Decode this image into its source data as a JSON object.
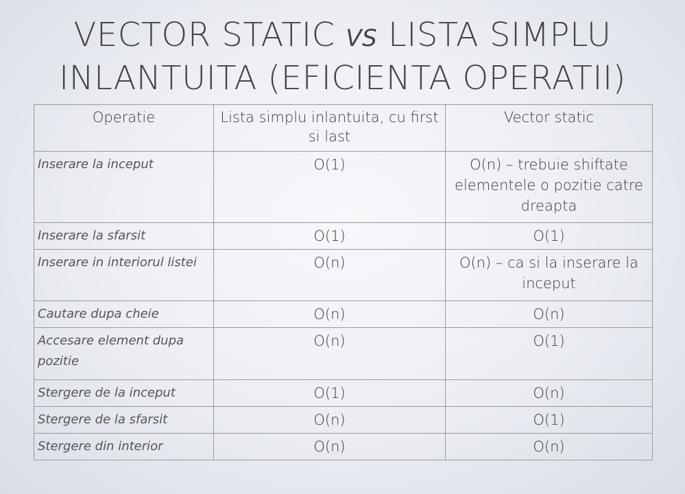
{
  "slide": {
    "title_part1": "VECTOR STATIC ",
    "title_vs": "VS",
    "title_part2": " LISTA SIMPLU",
    "title_line2": "INLANTUITA (EFICIENTA OPERATII)"
  },
  "table": {
    "headers": [
      "Operatie",
      "Lista simplu inlantuita, cu first si last",
      "Vector static"
    ],
    "rows": [
      {
        "operation": "Inserare la inceput",
        "list": "O(1)",
        "vector": "O(n) – trebuie shiftate elementele o pozitie catre dreapta"
      },
      {
        "operation": "Inserare la sfarsit",
        "list": "O(1)",
        "vector": "O(1)"
      },
      {
        "operation": "Inserare in interiorul listei",
        "list": "O(n)",
        "vector": "O(n) – ca si la inserare la inceput"
      },
      {
        "operation": "Cautare dupa cheie",
        "list": "O(n)",
        "vector": "O(n)"
      },
      {
        "operation": "Accesare element dupa pozitie",
        "list": "O(n)",
        "vector": "O(1)"
      },
      {
        "operation": "Stergere de la inceput",
        "list": "O(1)",
        "vector": "O(n)"
      },
      {
        "operation": "Stergere de la sfarsit",
        "list": "O(n)",
        "vector": "O(1)"
      },
      {
        "operation": "Stergere din interior",
        "list": "O(n)",
        "vector": "O(n)"
      }
    ]
  }
}
